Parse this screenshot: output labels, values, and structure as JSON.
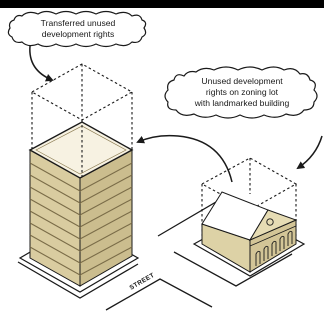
{
  "callouts": {
    "transferred": {
      "line1": "Transferred unused",
      "line2": "development rights"
    },
    "unused": {
      "line1": "Unused development",
      "line2": "rights on zoning lot",
      "line3": "with landmarked building"
    }
  },
  "street_label": "STREET",
  "colors": {
    "tower_facade": "#d9cca0",
    "tower_roof": "#f7f2e2",
    "floor_lines": "#7a6c48",
    "landmark_fill": "#ddd2a6",
    "outline": "#1a1a1a",
    "top_bar": "#000000"
  }
}
